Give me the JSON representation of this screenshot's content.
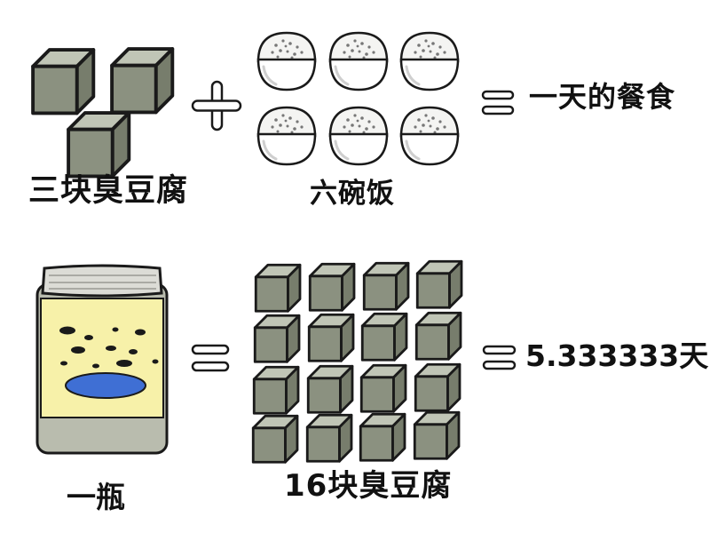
{
  "colors": {
    "tofu_side": "#8b9180",
    "tofu_top": "#c0c5b6",
    "outline": "#1a1a1a",
    "bowl": "#ffffff",
    "rice": "#f4f4f2",
    "jar_body": "#f7f1a9",
    "jar_lid": "#dcdcd6",
    "jar_band": "#b9bcae",
    "blue_spot": "#3f6fd4"
  },
  "icons": {
    "plus": "plus-icon",
    "equals": "equals-icon",
    "tofu": "stinky-tofu-cube",
    "rice": "rice-bowl",
    "jar": "tofu-jar"
  },
  "labels": {
    "tofu_three": "三块臭豆腐",
    "rice_six": "六碗饭",
    "one_day_meal": "一天的餐食",
    "one_bottle": "一瓶",
    "tofu_sixteen": "16块臭豆腐",
    "result_days": "5.333333天"
  },
  "counts": {
    "tofu_top_row": 3,
    "rice_bowls": 6,
    "tofu_grid": 16
  }
}
